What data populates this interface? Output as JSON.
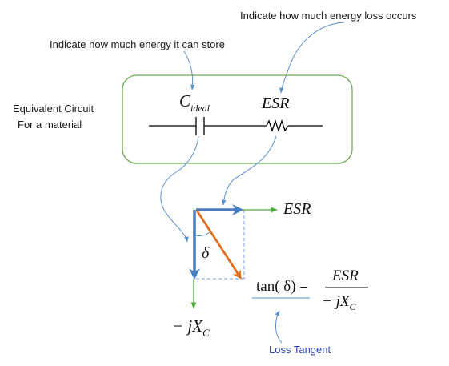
{
  "annotations": {
    "loss_note": "Indicate how much energy loss occurs",
    "store_note": "Indicate how much energy it can store",
    "circuit_caption_line1": "Equivalent Circuit",
    "circuit_caption_line2": "For a material"
  },
  "circuit": {
    "capacitor_symbol": "C",
    "capacitor_subscript": "ideal",
    "resistor_label": "ESR"
  },
  "phasor": {
    "x_axis_label": "ESR",
    "y_axis_label_prefix": "− jX",
    "y_axis_label_subscript": "C",
    "angle_label": "δ"
  },
  "formula": {
    "lhs": "tan( δ) =",
    "numerator": "ESR",
    "denominator_prefix": "− jX",
    "denominator_subscript": "C",
    "caption": "Loss Tangent"
  },
  "colors": {
    "box_border": "#6aab4e",
    "callout": "#5b8fd0",
    "blue_vector": "#4a7cc0",
    "orange_vector": "#e07020",
    "green_axis": "#4aaa3a",
    "caption_text": "#2b3fa8"
  }
}
